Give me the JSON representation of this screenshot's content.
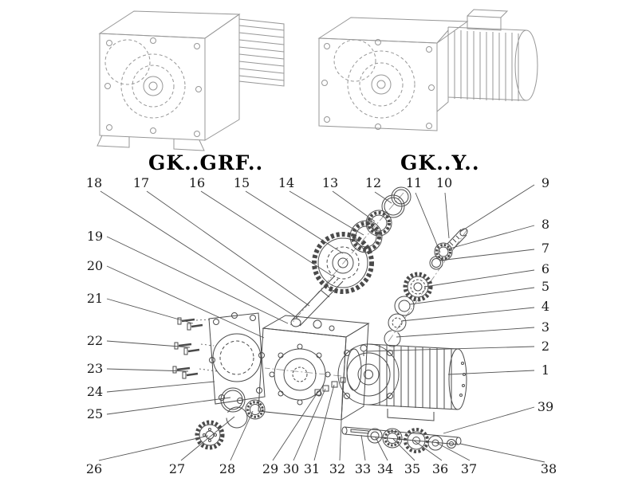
{
  "headings": {
    "left": "GK..GRF..",
    "right": "GK..Y.."
  },
  "callouts": {
    "c1": "1",
    "c2": "2",
    "c3": "3",
    "c4": "4",
    "c5": "5",
    "c6": "6",
    "c7": "7",
    "c8": "8",
    "c9": "9",
    "c10": "10",
    "c11": "11",
    "c12": "12",
    "c13": "13",
    "c14": "14",
    "c15": "15",
    "c16": "16",
    "c17": "17",
    "c18": "18",
    "c19": "19",
    "c20": "20",
    "c21": "21",
    "c22": "22",
    "c23": "23",
    "c24": "24",
    "c25": "25",
    "c26": "26",
    "c27": "27",
    "c28": "28",
    "c29": "29",
    "c30": "30",
    "c31": "31",
    "c32": "32",
    "c33": "33",
    "c34": "34",
    "c35": "35",
    "c36": "36",
    "c37": "37",
    "c38": "38",
    "c39": "39"
  },
  "colors": {
    "line_dark": "#4a4a4a",
    "line_faint": "#979797",
    "leader": "#555555",
    "text": "#1a1a1a",
    "background": "#ffffff"
  }
}
